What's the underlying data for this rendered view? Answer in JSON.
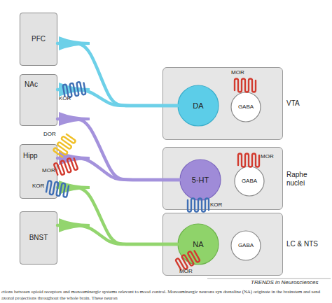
{
  "diagram": {
    "caption": "ctions between opioid receptors and monoaminergic systems relevant to mood control. Monoaminergic neurons syn drenaline (NA) originate in the brainstem and send axonal projections throughout the whole brain. These neuron",
    "nodes": [
      {
        "text": [
          "PFC"
        ]
      },
      {
        "text": [
          "NAc"
        ]
      },
      {
        "text": [
          "VTA"
        ]
      },
      {
        "text": [
          "DA"
        ],
        "in": 2
      },
      {
        "text": [
          "GABA"
        ],
        "in": 2
      },
      {
        "text": [
          "Hipp"
        ]
      },
      {
        "text": [
          "Raphe nuclei"
        ]
      },
      {
        "text": [
          "5-HT"
        ],
        "in": 6
      },
      {
        "text": [
          "GABA"
        ],
        "in": 6
      },
      {
        "text": [
          "BNST"
        ]
      },
      {
        "text": [
          "LC & NTS"
        ]
      },
      {
        "text": [
          "NA"
        ],
        "in": 10
      },
      {
        "text": [
          "GABA"
        ],
        "in": 10
      }
    ],
    "edges": [
      {
        "from": 3,
        "to": 0,
        "arrow": "none"
      },
      {
        "from": 3,
        "to": 1,
        "arrow": "none"
      },
      {
        "from": 7,
        "to": 1,
        "arrow": "none"
      },
      {
        "from": 7,
        "to": 5,
        "arrow": "none"
      },
      {
        "from": 11,
        "to": 5,
        "arrow": "none"
      },
      {
        "from": 11,
        "to": 9,
        "arrow": "none"
      }
    ],
    "labels": [
      "MOR",
      "KOR",
      "DOR",
      "MOR",
      "KOR",
      "MOR",
      "KOR",
      "MOR",
      "TRENDS in Neurosciences"
    ]
  }
}
